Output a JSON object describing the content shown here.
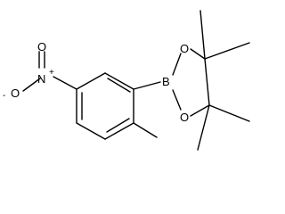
{
  "molecule": {
    "atoms": {
      "nitro_oxygen_charged": "O",
      "nitro_oxygen_charge": "-",
      "nitro_nitrogen": "N",
      "nitro_nitrogen_charge": "+",
      "nitro_oxygen_double": "O",
      "boron": "B",
      "ring_oxygen_top": "O",
      "ring_oxygen_bottom": "O"
    }
  }
}
